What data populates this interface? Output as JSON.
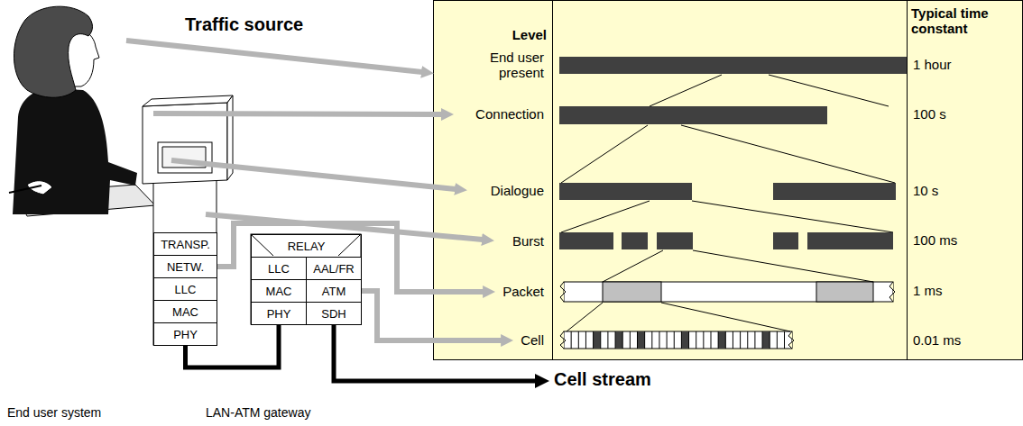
{
  "diagram": {
    "nodes": [
      {
        "text": [
          "TRANSP."
        ]
      },
      {
        "text": [
          "NETW."
        ]
      },
      {
        "text": [
          "LLC"
        ]
      },
      {
        "text": [
          "MAC"
        ]
      },
      {
        "text": [
          "PHY"
        ]
      },
      {
        "text": [
          "RELAY"
        ]
      },
      {
        "text": [
          "LLC"
        ]
      },
      {
        "text": [
          "AAL/FR"
        ]
      },
      {
        "text": [
          "MAC"
        ]
      },
      {
        "text": [
          "ATM"
        ]
      },
      {
        "text": [
          "PHY"
        ]
      },
      {
        "text": [
          "SDH"
        ]
      },
      {
        "text": [
          "End user present"
        ]
      },
      {
        "text": [
          "Connection"
        ]
      },
      {
        "text": [
          "Dialogue"
        ]
      },
      {
        "text": [
          "Burst"
        ]
      },
      {
        "text": [
          "Packet"
        ]
      },
      {
        "text": [
          "Cell"
        ]
      }
    ],
    "edges": [
      {
        "from": 1,
        "to": 16,
        "arrow": "to"
      },
      {
        "from": 9,
        "to": 17,
        "arrow": "to"
      },
      {
        "from": 4,
        "to": 10,
        "arrow": "none"
      }
    ],
    "labels": [
      "Traffic source",
      "Level",
      "Typical time constant",
      "1 hour",
      "100 s",
      "10 s",
      "100 ms",
      "1 ms",
      "0.01 ms",
      "Cell stream",
      "End user system",
      "LAN-ATM gateway"
    ]
  }
}
